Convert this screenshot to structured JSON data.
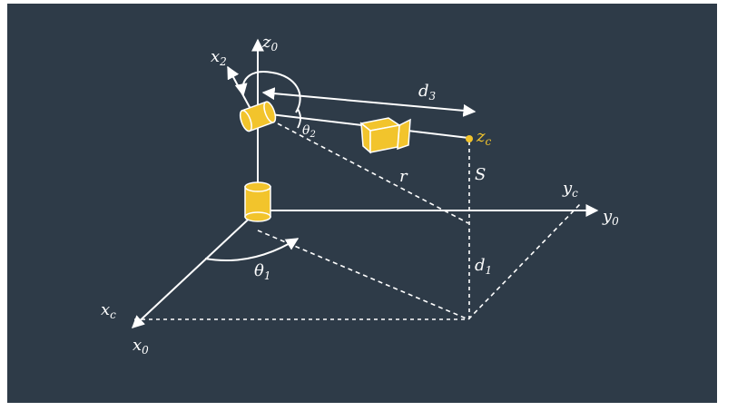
{
  "labels": {
    "z0": {
      "main": "z",
      "sub": "0"
    },
    "x2": {
      "main": "x",
      "sub": "2"
    },
    "d3": {
      "main": "d",
      "sub": "3"
    },
    "zc": {
      "main": "z",
      "sub": "c"
    },
    "theta2": {
      "main": "θ",
      "sub": "2"
    },
    "r": {
      "main": "r"
    },
    "S": {
      "main": "S"
    },
    "yc": {
      "main": "y",
      "sub": "c"
    },
    "y0": {
      "main": "y",
      "sub": "0"
    },
    "d1": {
      "main": "d",
      "sub": "1"
    },
    "theta1": {
      "main": "θ",
      "sub": "1"
    },
    "xc": {
      "main": "x",
      "sub": "c"
    },
    "x0": {
      "main": "x",
      "sub": "0"
    }
  },
  "colors": {
    "background": "#2e3b48",
    "line": "#ffffff",
    "accent": "#f2c42c"
  }
}
